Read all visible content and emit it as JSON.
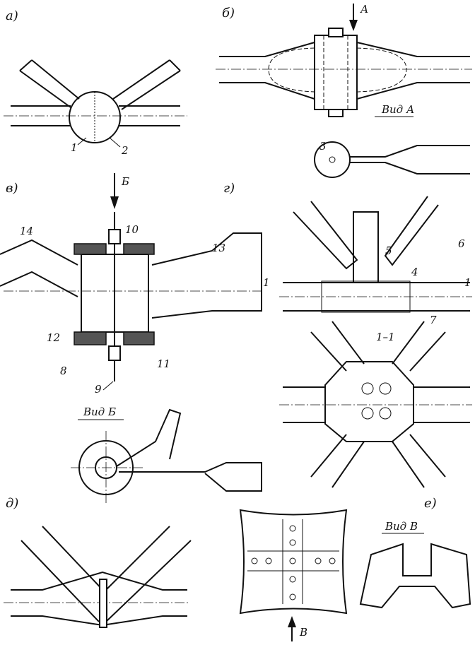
{
  "panels": {
    "a": {
      "label": "а)",
      "callouts": [
        "1",
        "2"
      ]
    },
    "b": {
      "label": "б)",
      "arrow": "А",
      "view": "Вид А",
      "callouts": [
        "3"
      ]
    },
    "v": {
      "label": "в)",
      "arrow": "Б",
      "view": "Вид Б",
      "callouts": [
        "10",
        "14",
        "13",
        "12",
        "8",
        "11",
        "9"
      ]
    },
    "g": {
      "label": "г)",
      "section_marks": [
        "1",
        "1"
      ],
      "section": "1–1",
      "callouts": [
        "5",
        "6",
        "4",
        "7"
      ]
    },
    "d": {
      "label": "д)"
    },
    "e": {
      "label": "е)",
      "arrow": "В",
      "view": "Вид В"
    }
  }
}
